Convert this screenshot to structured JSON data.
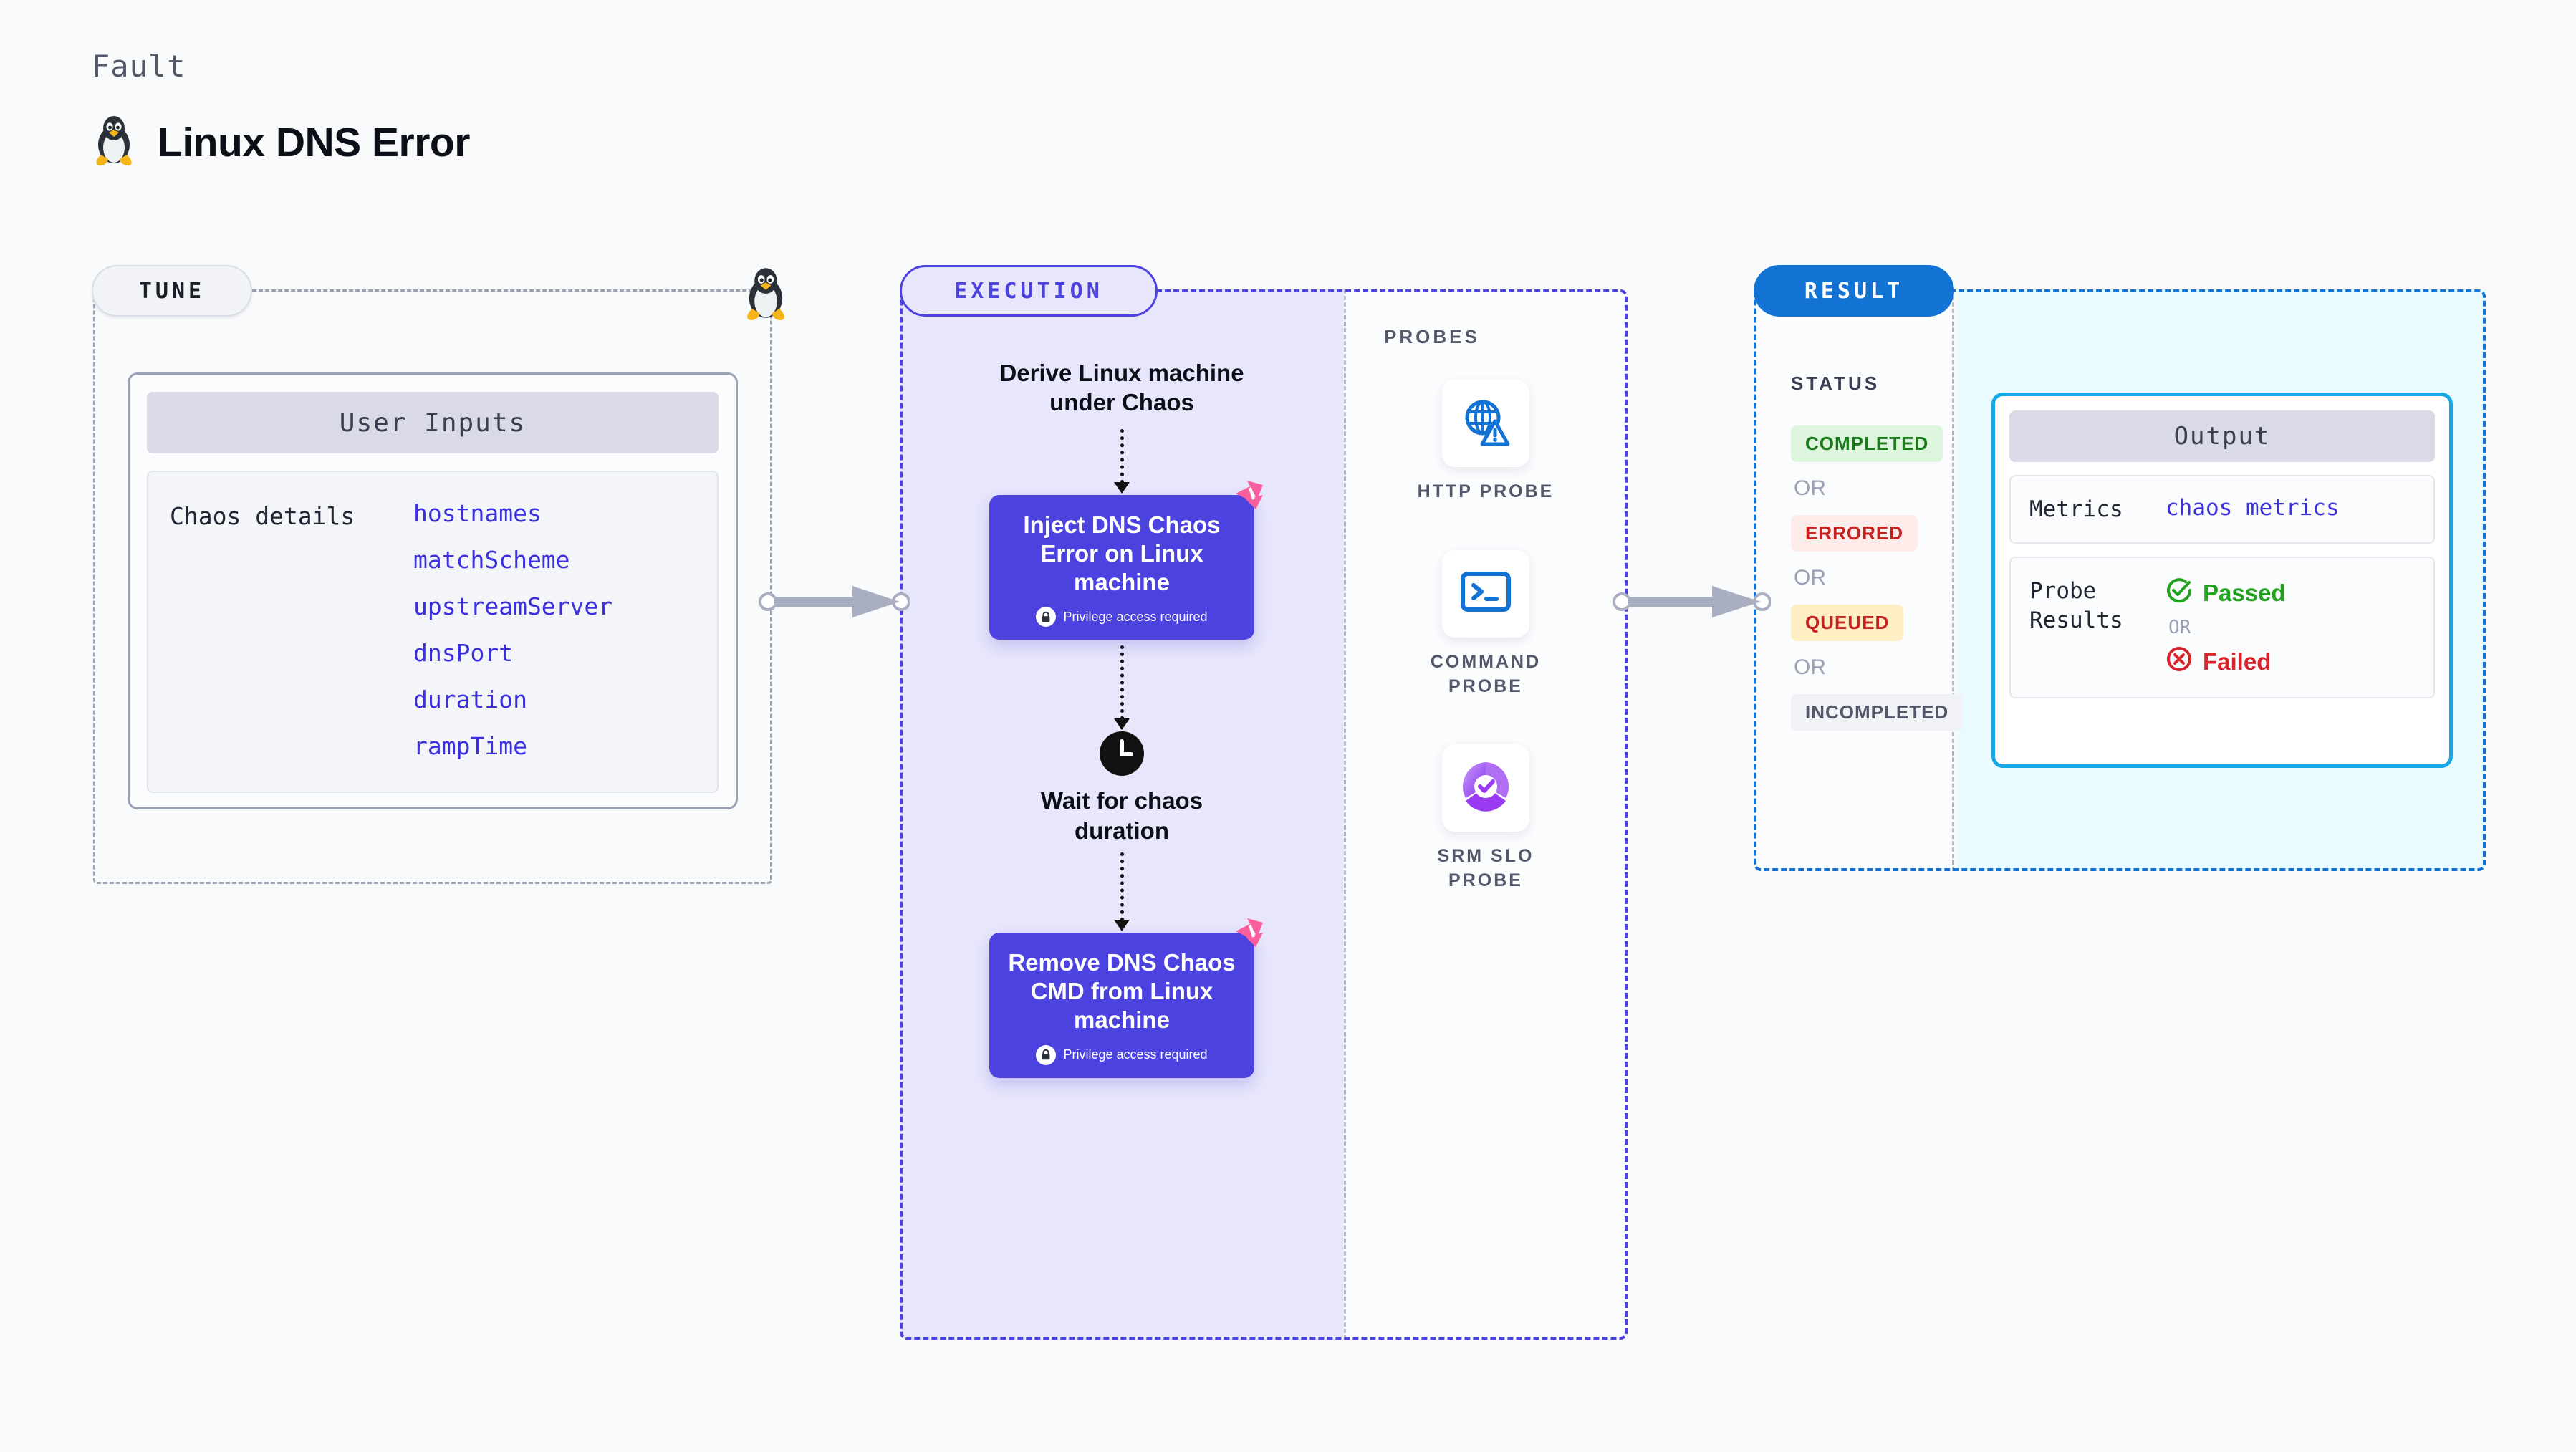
{
  "header": {
    "eyebrow": "Fault",
    "title": "Linux DNS Error",
    "icon": "linux-penguin-icon"
  },
  "tune": {
    "pill_label": "TUNE",
    "card_title": "User Inputs",
    "inputs_label": "Chaos details",
    "inputs": [
      "hostnames",
      "matchScheme",
      "upstreamServer",
      "dnsPort",
      "duration",
      "rampTime"
    ]
  },
  "execution": {
    "pill_label": "EXECUTION",
    "step_derive": "Derive Linux machine\nunder Chaos",
    "inject_card": {
      "title": "Inject DNS Chaos Error on Linux machine",
      "privilege": "Privilege access required",
      "badge": "litmus-chaos-badge"
    },
    "wait_step": "Wait for chaos\nduration",
    "remove_card": {
      "title": "Remove DNS Chaos CMD from Linux machine",
      "privilege": "Privilege access required",
      "badge": "litmus-chaos-badge"
    }
  },
  "probes": {
    "title": "PROBES",
    "items": [
      {
        "name": "HTTP  PROBE",
        "icon": "globe-warning-icon"
      },
      {
        "name": "COMMAND\nPROBE",
        "icon": "terminal-icon"
      },
      {
        "name": "SRM  SLO\nPROBE",
        "icon": "slo-donut-check-icon"
      }
    ]
  },
  "result": {
    "pill_label": "RESULT",
    "status_title": "STATUS",
    "or_label": "OR",
    "statuses": [
      {
        "label": "COMPLETED",
        "bg": "#ddf5dc",
        "fg": "#1b7a1b"
      },
      {
        "label": "ERRORED",
        "bg": "#fdecea",
        "fg": "#c62222"
      },
      {
        "label": "QUEUED",
        "bg": "#fdeec3",
        "fg": "#c62222"
      },
      {
        "label": "INCOMPLETED",
        "bg": "#f1f2f6",
        "fg": "#525769"
      }
    ],
    "output": {
      "title": "Output",
      "metrics_key": "Metrics",
      "metrics_value": "chaos metrics",
      "probe_key": "Probe\nResults",
      "passed": "Passed",
      "failed": "Failed",
      "or_label": "OR"
    }
  },
  "colors": {
    "page_bg": "#f8fafc",
    "indigo": "#4b42e0",
    "blue": "#1273d4",
    "cyan": "#16a7e6",
    "pink": "#f95f9c",
    "green": "#22a11f",
    "red": "#d8232a",
    "gray": "#9aa1b4"
  }
}
